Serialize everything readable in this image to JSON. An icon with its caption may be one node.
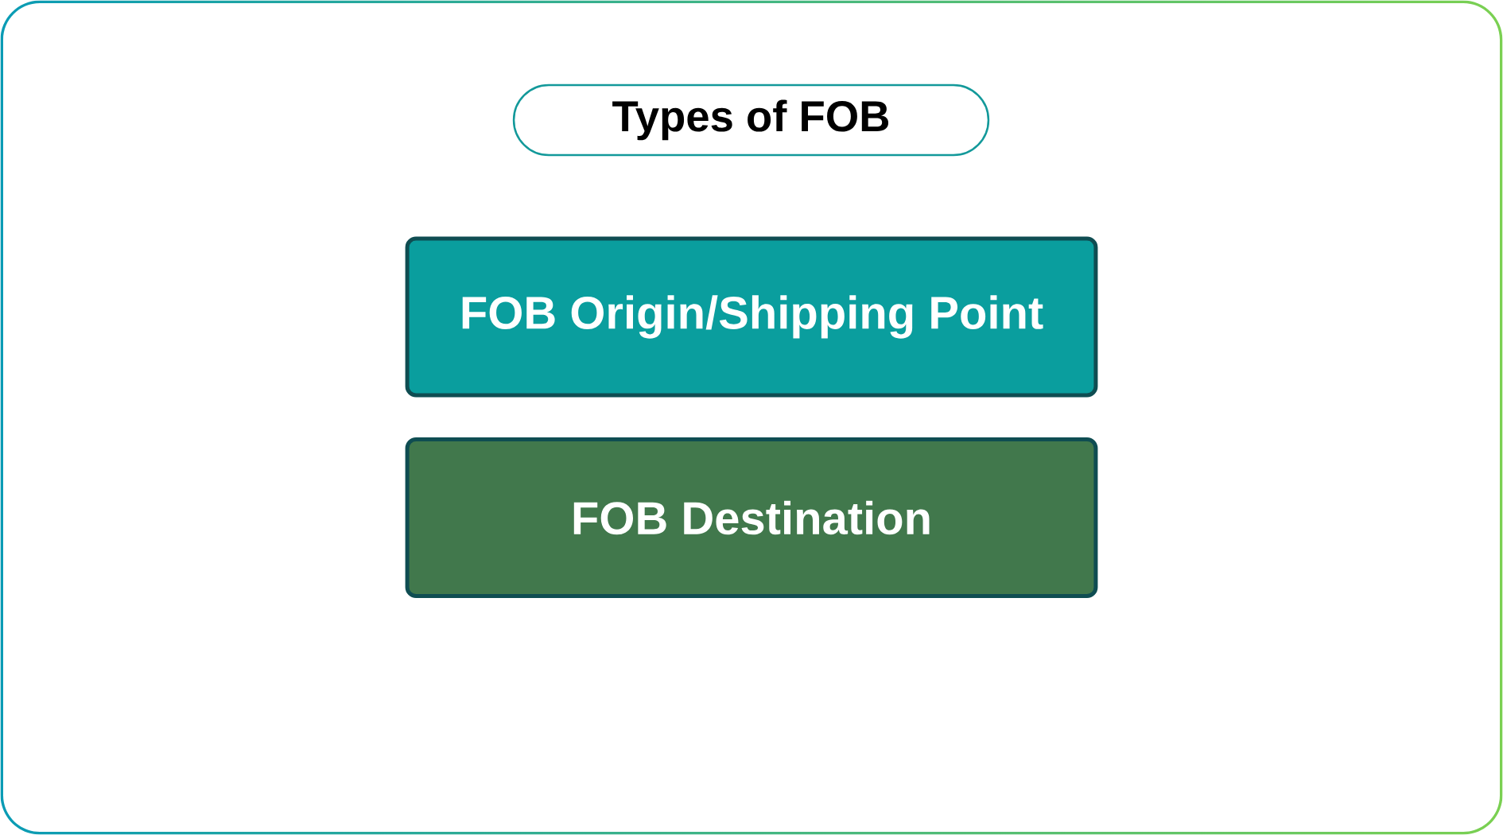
{
  "diagram": {
    "title": "Types of FOB",
    "nodes": [
      {
        "text": [
          "FOB Origin/Shipping Point"
        ]
      },
      {
        "text": [
          "FOB Destination"
        ]
      }
    ]
  }
}
